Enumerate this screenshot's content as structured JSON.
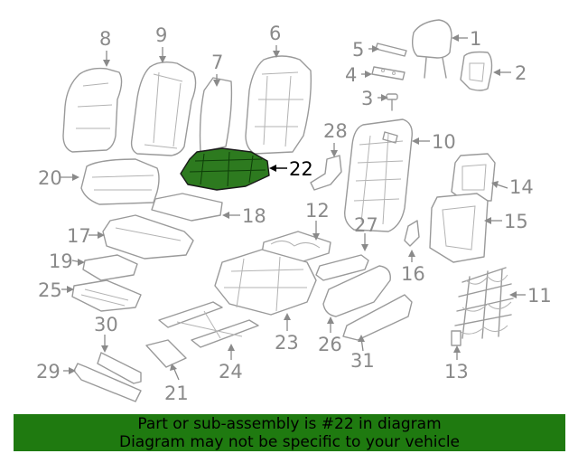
{
  "banner": {
    "line1": "Part or sub-assembly is #22 in diagram",
    "line2": "Diagram may not be specific to your vehicle",
    "color": "#1f7a10"
  },
  "highlight_color": "#2d7a1f",
  "highlighted_part": "22",
  "callouts": {
    "p1": "1",
    "p2": "2",
    "p3": "3",
    "p4": "4",
    "p5": "5",
    "p6": "6",
    "p7": "7",
    "p8": "8",
    "p9": "9",
    "p10": "10",
    "p11": "11",
    "p12": "12",
    "p13": "13",
    "p14": "14",
    "p15": "15",
    "p16": "16",
    "p17": "17",
    "p18": "18",
    "p19": "19",
    "p20": "20",
    "p21": "21",
    "p22": "22",
    "p23": "23",
    "p24": "24",
    "p25": "25",
    "p26": "26",
    "p27": "27",
    "p28": "28",
    "p29": "29",
    "p30": "30",
    "p31": "31"
  }
}
